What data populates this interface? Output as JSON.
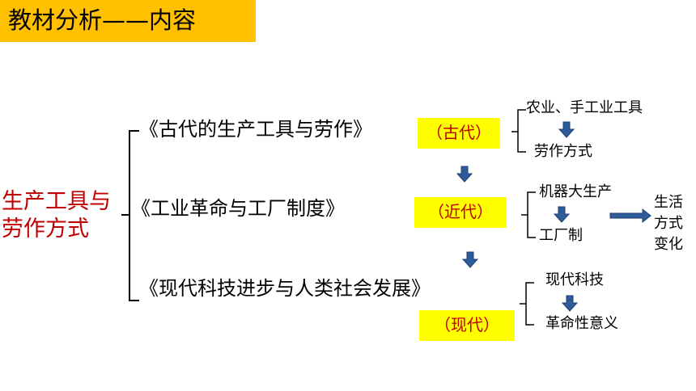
{
  "header": {
    "title": "教材分析——内容"
  },
  "root": {
    "line1": "生产工具与",
    "line2": "劳作方式"
  },
  "branches": [
    {
      "book": "《古代的生产工具与劳作》",
      "era": "（古代）",
      "from": "农业、手工业工具",
      "to": "劳作方式"
    },
    {
      "book": "《工业革命与工厂制度》",
      "era": "（近代）",
      "from": "机器大生产",
      "to": "工厂制"
    },
    {
      "book": "《现代科技进步与人类社会发展》",
      "era": "（现代）",
      "from": "现代科技",
      "to": "革命性意义"
    }
  ],
  "result": {
    "line1": "生活",
    "line2": "方式",
    "line3": "变化"
  },
  "colors": {
    "header_bg": "#ffc000",
    "era_bg": "#ffff00",
    "accent_red": "#c00000",
    "arrow_blue": "#2e5b9a"
  },
  "icons": {
    "arrow": "down-arrow-icon",
    "right_arrow": "right-arrow-icon"
  }
}
